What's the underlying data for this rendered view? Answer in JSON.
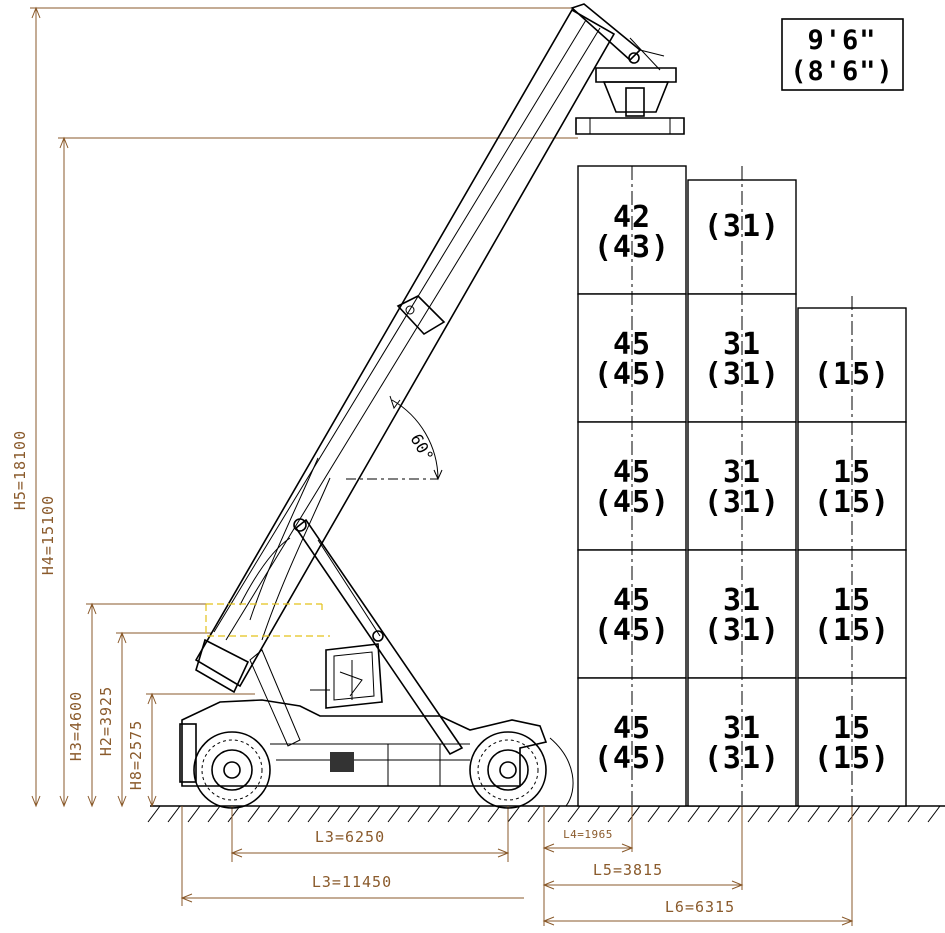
{
  "capacity_label": {
    "line1": "9'6\"",
    "line2": "(8'6\")"
  },
  "boom_angle": "60°",
  "vertical_dimensions": [
    {
      "id": "h5",
      "label": "H5=18100"
    },
    {
      "id": "h4",
      "label": "H4=15100"
    },
    {
      "id": "h3",
      "label": "H3=4600"
    },
    {
      "id": "h2",
      "label": "H2=3925"
    },
    {
      "id": "h8",
      "label": "H8=2575"
    }
  ],
  "horizontal_dimensions": [
    {
      "id": "wheelbase",
      "label": "L3=6250"
    },
    {
      "id": "overall",
      "label": "L3=11450"
    },
    {
      "id": "l4",
      "label": "L4=1965"
    },
    {
      "id": "l5",
      "label": "L5=3815"
    },
    {
      "id": "l6",
      "label": "L6=6315"
    }
  ],
  "container_rows": [
    {
      "row": 1,
      "stacks": [
        {
          "stack": 1,
          "line1": "42",
          "line2": "(43)"
        },
        {
          "stack": 2,
          "line1": "",
          "line2": "(31)"
        },
        {
          "stack": 3,
          "line1": "",
          "line2": ""
        }
      ]
    },
    {
      "row": 2,
      "stacks": [
        {
          "stack": 1,
          "line1": "45",
          "line2": "(45)"
        },
        {
          "stack": 2,
          "line1": "31",
          "line2": "(31)"
        },
        {
          "stack": 3,
          "line1": "",
          "line2": "(15)"
        }
      ]
    },
    {
      "row": 3,
      "stacks": [
        {
          "stack": 1,
          "line1": "45",
          "line2": "(45)"
        },
        {
          "stack": 2,
          "line1": "31",
          "line2": "(31)"
        },
        {
          "stack": 3,
          "line1": "15",
          "line2": "(15)"
        }
      ]
    },
    {
      "row": 4,
      "stacks": [
        {
          "stack": 1,
          "line1": "45",
          "line2": "(45)"
        },
        {
          "stack": 2,
          "line1": "31",
          "line2": "(31)"
        },
        {
          "stack": 3,
          "line1": "15",
          "line2": "(15)"
        }
      ]
    },
    {
      "row": 5,
      "stacks": [
        {
          "stack": 1,
          "line1": "45",
          "line2": "(45)"
        },
        {
          "stack": 2,
          "line1": "31",
          "line2": "(31)"
        },
        {
          "stack": 3,
          "line1": "15",
          "line2": "(15)"
        }
      ]
    }
  ]
}
